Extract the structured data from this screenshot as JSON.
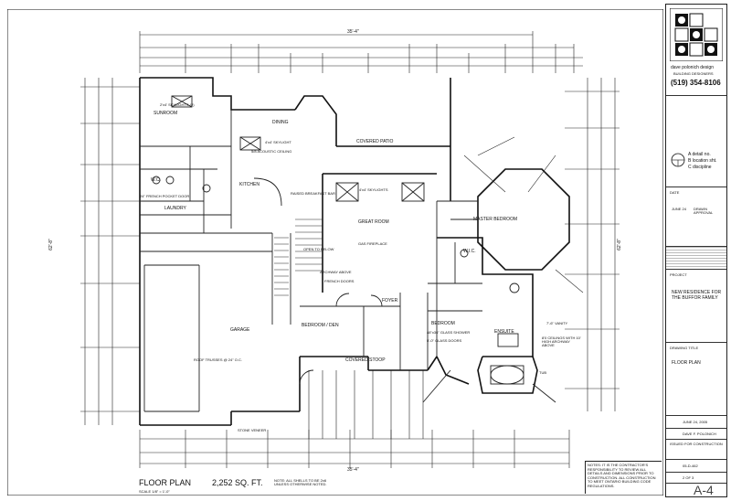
{
  "drawing": {
    "title": "FLOOR PLAN",
    "area": "2,252 SQ. FT.",
    "scale": "SCALE 1/8\" = 1'-0\"",
    "note_small": "NOTE: ALL SHELLS TO BE 2x6 UNLESS OTHERWISE NOTED.",
    "notes_block": "NOTES: IT IS THE CONTRACTOR'S RESPONSIBILITY TO REVIEW ALL DETAILS AND DIMENSIONS PRIOR TO CONSTRUCTION. ALL CONSTRUCTION TO MEET ONTARIO BUILDING CODE REGULATIONS.",
    "overall_width": "35'-4\"",
    "overall_depth": "62'-8\""
  },
  "rooms": {
    "sunroom": "SUNROOM",
    "dining": "DINING",
    "kitchen": "KITCHEN",
    "covered_patio": "COVERED PATIO",
    "great_room": "GREAT ROOM",
    "master_bedroom": "MASTER BEDROOM",
    "bedroom": "BEDROOM",
    "bedroom_den": "BEDROOM / DEN",
    "foyer": "FOYER",
    "garage": "GARAGE",
    "laundry": "LAUNDRY",
    "wc": "W.C.",
    "ensuite": "ENSUITE",
    "covered_stoop": "COVERED STOOP",
    "wic": "W.I.C."
  },
  "labels": {
    "skylights_sun": "2'x4' SKYLIGHTS (2)",
    "skylight_dining": "4'x4' SKYLIGHT",
    "acoustic": "5/8 ACOUSTIC CEILING",
    "raised_bar": "RAISED BREAKFAST BAR",
    "skylights_great": "4'x4' SKYLIGHTS",
    "gas_fireplace": "GAS FIREPLACE",
    "open_to_below": "OPEN TO BELOW",
    "french_doors": "FRENCH DOORS",
    "archway": "ARCHWAY ABOVE",
    "pocket_door": "24\" FRENCH POCKET DOOR",
    "glass_shower": "48\"x36\" GLASS SHOWER",
    "glass_doors": "5'-0\" GLASS DOORS",
    "vanity": "7'-6\" VANITY",
    "archway_above": "8'0 CEILINGS WITH 10' HIGH ARCHWAY ABOVE",
    "stone_veneer": "STONE VENEER",
    "roof_trusses": "ROOF TRUSSES @ 24\" O.C.",
    "tub": "TUB"
  },
  "title_block": {
    "firm": "dave polonich design",
    "firm_sub": "BUILDING DESIGNERS",
    "phone": "(519) 354-8106",
    "legend_a": "A detail no.",
    "legend_b": "B location sht.",
    "legend_c": "C discipline",
    "date_label": "DATE",
    "date": "JUNE 24",
    "rev": "DRAWN APPROVAL",
    "project_label": "PROJECT",
    "project": "NEW RESIDENCE FOR THE BUFFOR FAMILY",
    "drawing_title_label": "DRAWING TITLE",
    "drawing_title": "FLOOR PLAN",
    "date2": "JUNE 24, 2005",
    "drawn_by": "DAVE F. POLONICH",
    "issued": "ISSUED FOR CONSTRUCTION",
    "job": "05-D-462",
    "sheet": "2 OF 3",
    "sheet_no": "A-4"
  }
}
